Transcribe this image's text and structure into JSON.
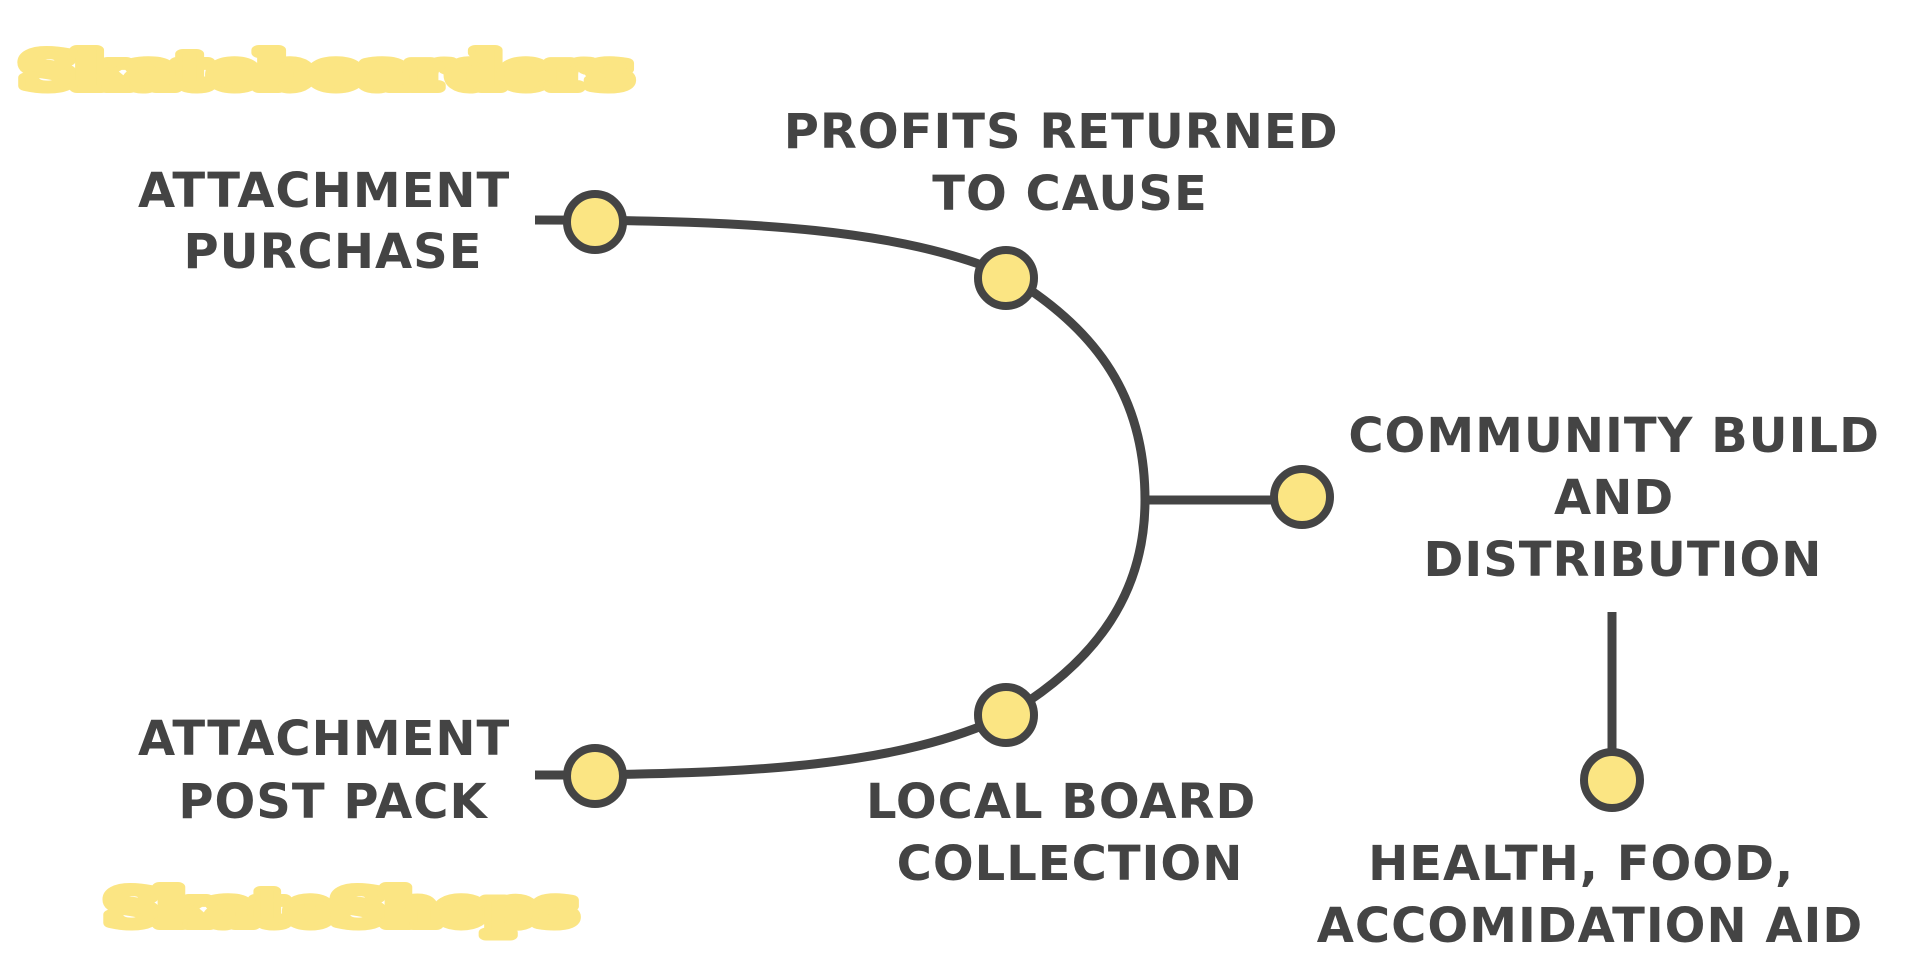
{
  "colors": {
    "line": "#444444",
    "node_fill": "#fbe583",
    "label": "#444444",
    "brand": "#fbe583"
  },
  "brands": {
    "top": "Skateboarders",
    "bottom": "SkateShops"
  },
  "labels": {
    "attachment_purchase": [
      "ATTACHMENT",
      "PURCHASE"
    ],
    "profits_returned": [
      "PROFITS RETURNED",
      "TO CAUSE"
    ],
    "community_build": [
      "COMMUNITY BUILD",
      "AND",
      "DISTRIBUTION"
    ],
    "attachment_post_pack": [
      "ATTACHMENT",
      "POST PACK"
    ],
    "local_board": [
      "LOCAL BOARD",
      "COLLECTION"
    ],
    "health_food": [
      "HEALTH, FOOD,",
      "ACCOMIDATION AID"
    ]
  }
}
